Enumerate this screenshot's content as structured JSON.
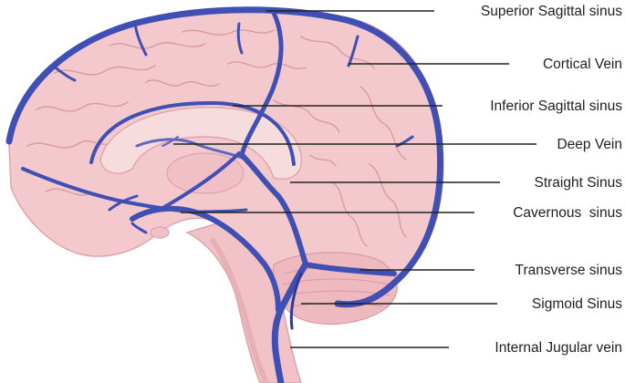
{
  "diagram": {
    "labels": [
      "Superior Sagittal sinus",
      "Cortical Vein",
      "Inferior Sagittal sinus",
      "Deep Vein",
      "Straight Sinus",
      "Cavernous  sinus",
      "Transverse sinus",
      "Sigmoid Sinus",
      "Internal Jugular vein"
    ]
  },
  "colors": {
    "brain": "#f3c9cd",
    "brain_stroke": "#dfa3aa",
    "fold": "#d99aa2",
    "deep_tissue": "#f7dcdd",
    "vein": "#3f4fb3",
    "vein_dark": "#2c3a91",
    "cerebellum": "#eeb9bf"
  }
}
